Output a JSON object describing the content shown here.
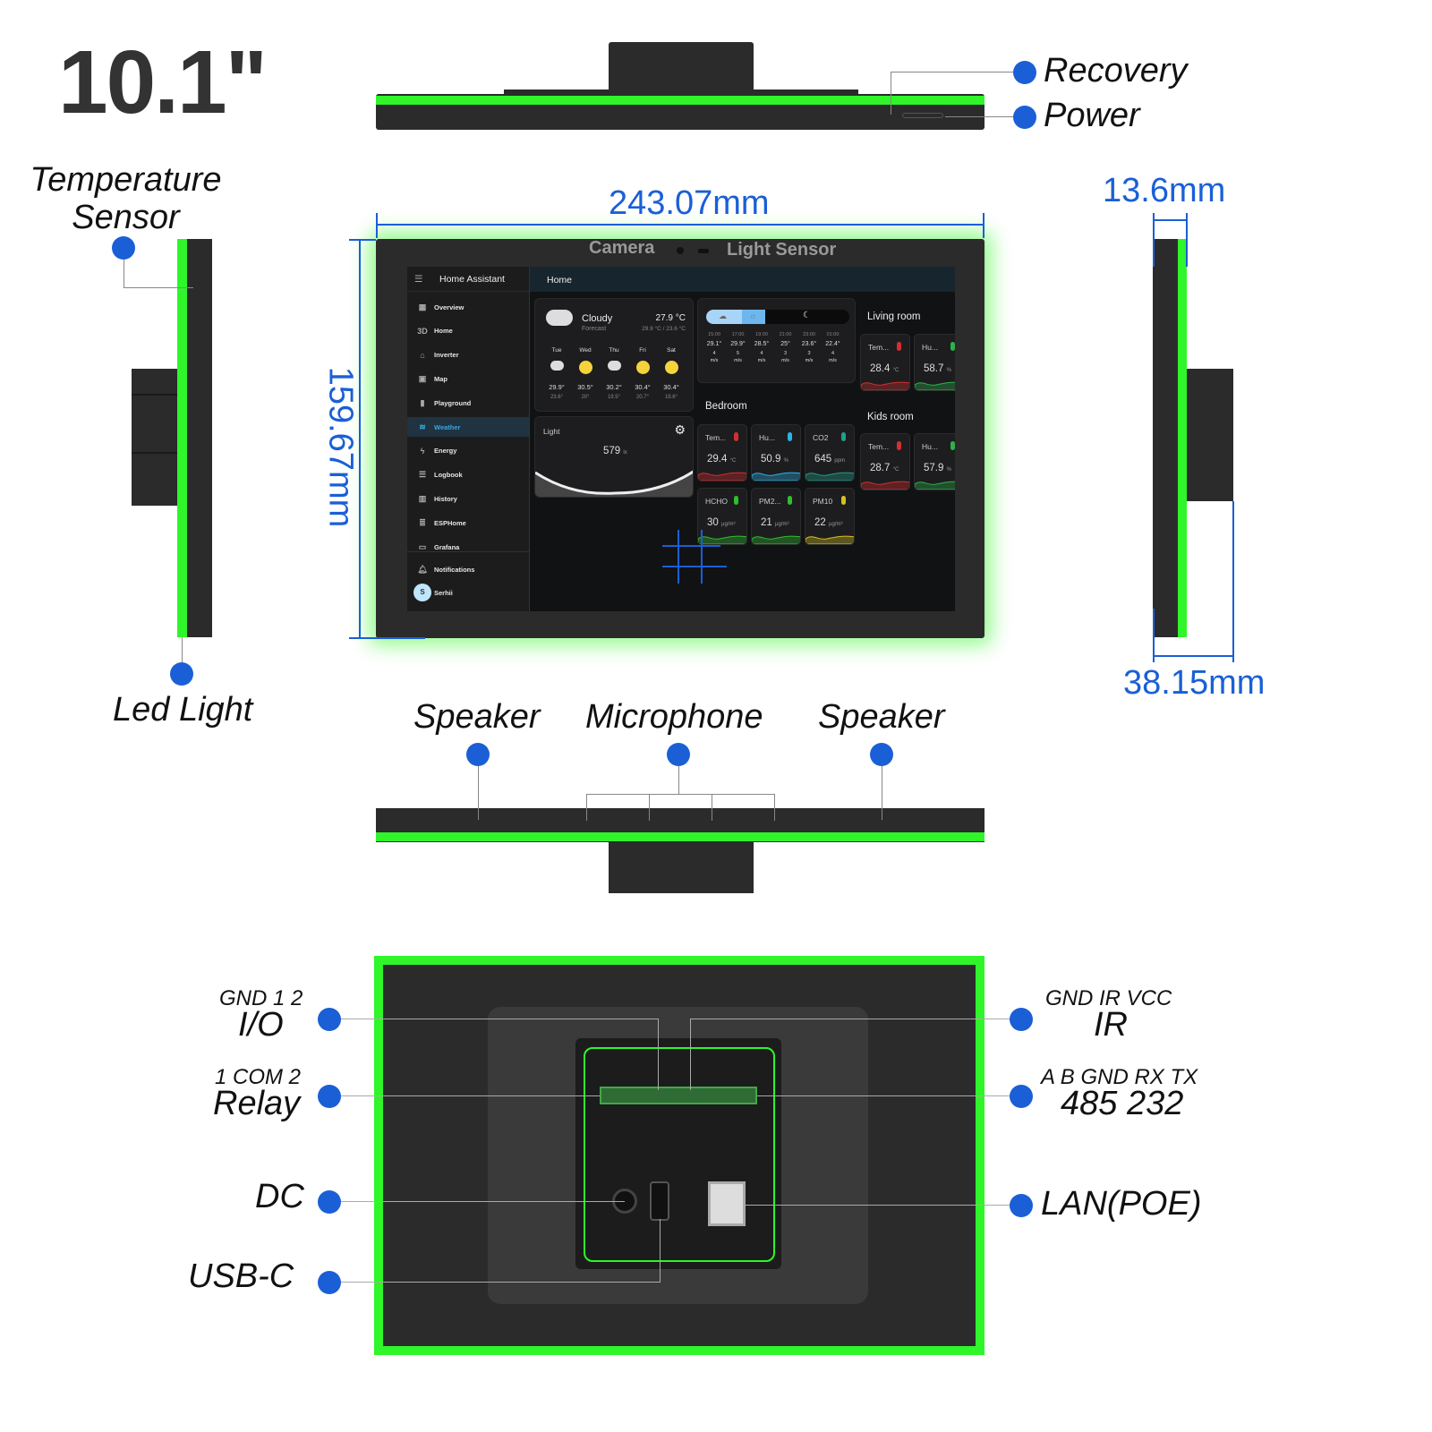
{
  "title": "10.1\"",
  "colors": {
    "accent": "#1a5fd6",
    "led": "#2ff52a",
    "device": "#2b2b2b"
  },
  "top_view": {
    "recovery": "Recovery",
    "power": "Power"
  },
  "side_left": {
    "temperature_sensor": "Temperature Sensor",
    "led_light": "Led Light"
  },
  "front": {
    "width": "243.07mm",
    "height": "159.67mm",
    "camera": "Camera",
    "light_sensor": "Light Sensor"
  },
  "side_right": {
    "depth": "13.6mm",
    "depth_with_mount": "38.15mm"
  },
  "bottom_view": {
    "speaker_left": "Speaker",
    "microphone": "Microphone",
    "speaker_right": "Speaker"
  },
  "back_view": {
    "io": {
      "pins": "GND 1 2",
      "label": "I/O"
    },
    "relay": {
      "pins": "1 COM 2",
      "label": "Relay"
    },
    "dc": "DC",
    "usbc": "USB-C",
    "ir": {
      "pins": "GND IR VCC",
      "label": "IR"
    },
    "rs": {
      "pins": "A B GND RX TX",
      "label": "485 232"
    },
    "lan": "LAN(POE)"
  },
  "screen": {
    "app_title": "Home Assistant",
    "page_title": "Home",
    "nav": [
      {
        "icon": "dashboard-icon",
        "glyph": "▦",
        "label": "Overview"
      },
      {
        "icon": "3d-icon",
        "glyph": "3D",
        "label": "Home"
      },
      {
        "icon": "inverter-icon",
        "glyph": "⌂",
        "label": "Inverter"
      },
      {
        "icon": "map-icon",
        "glyph": "▣",
        "label": "Map"
      },
      {
        "icon": "remote-icon",
        "glyph": "▮",
        "label": "Playground"
      },
      {
        "icon": "weather-icon",
        "glyph": "≋",
        "label": "Weather",
        "active": true
      },
      {
        "icon": "lightning-icon",
        "glyph": "ϟ",
        "label": "Energy"
      },
      {
        "icon": "list-icon",
        "glyph": "☰",
        "label": "Logbook"
      },
      {
        "icon": "chart-icon",
        "glyph": "▥",
        "label": "History"
      },
      {
        "icon": "esphome-icon",
        "glyph": "≣",
        "label": "ESPHome"
      },
      {
        "icon": "grafana-icon",
        "glyph": "▭",
        "label": "Grafana"
      }
    ],
    "notifications": "Notifications",
    "user": {
      "initial": "S",
      "name": "Serhii"
    },
    "weather": {
      "condition": "Cloudy",
      "sub": "Forecast",
      "temp": "27.9 °C",
      "range": "29.9 °C / 23.6 °C",
      "forecast": [
        {
          "day": "Tue",
          "icon": "cloud",
          "hi": "29.9°",
          "lo": "23.6°"
        },
        {
          "day": "Wed",
          "icon": "sun",
          "hi": "30.5°",
          "lo": "20°"
        },
        {
          "day": "Thu",
          "icon": "partly-cloudy",
          "hi": "30.2°",
          "lo": "19.5°"
        },
        {
          "day": "Fri",
          "icon": "sun",
          "hi": "30.4°",
          "lo": "20.7°"
        },
        {
          "day": "Sat",
          "icon": "sun",
          "hi": "30.4°",
          "lo": "19.6°"
        }
      ]
    },
    "hourly": [
      {
        "time": "15:00",
        "temp": "29.1°",
        "wind": "4",
        "unit": "m/s"
      },
      {
        "time": "17:00",
        "temp": "29.9°",
        "wind": "5",
        "unit": "m/s"
      },
      {
        "time": "19:00",
        "temp": "28.5°",
        "wind": "4",
        "unit": "m/s"
      },
      {
        "time": "21:00",
        "temp": "25°",
        "wind": "3",
        "unit": "m/s"
      },
      {
        "time": "23:00",
        "temp": "23.6°",
        "wind": "3",
        "unit": "m/s"
      },
      {
        "time": "01:00",
        "temp": "22.4°",
        "wind": "4",
        "unit": "m/s"
      }
    ],
    "light": {
      "label": "Light",
      "value": "579",
      "unit": "lx"
    },
    "bedroom": {
      "title": "Bedroom",
      "tiles": [
        {
          "name": "Tem...",
          "value": "29.4",
          "unit": "°C",
          "color": "#d32f2f"
        },
        {
          "name": "Hu...",
          "value": "50.9",
          "unit": "%",
          "color": "#2bb3e6"
        },
        {
          "name": "CO2",
          "value": "645",
          "unit": "ppm",
          "color": "#1fa08a"
        },
        {
          "name": "HCHO",
          "value": "30",
          "unit": "µg/m³",
          "color": "#2fbf2f"
        },
        {
          "name": "PM2...",
          "value": "21",
          "unit": "µg/m³",
          "color": "#2fbf2f"
        },
        {
          "name": "PM10",
          "value": "22",
          "unit": "µg/m³",
          "color": "#d6c21d"
        }
      ]
    },
    "living_room": {
      "title": "Living room",
      "tiles": [
        {
          "name": "Tem...",
          "value": "28.4",
          "unit": "°C",
          "color": "#d32f2f"
        },
        {
          "name": "Hu...",
          "value": "58.7",
          "unit": "%",
          "color": "#2bb34a"
        }
      ]
    },
    "kids_room": {
      "title": "Kids room",
      "tiles": [
        {
          "name": "Tem...",
          "value": "28.7",
          "unit": "°C",
          "color": "#d32f2f"
        },
        {
          "name": "Hu...",
          "value": "57.9",
          "unit": "%",
          "color": "#2bb34a"
        }
      ]
    }
  }
}
